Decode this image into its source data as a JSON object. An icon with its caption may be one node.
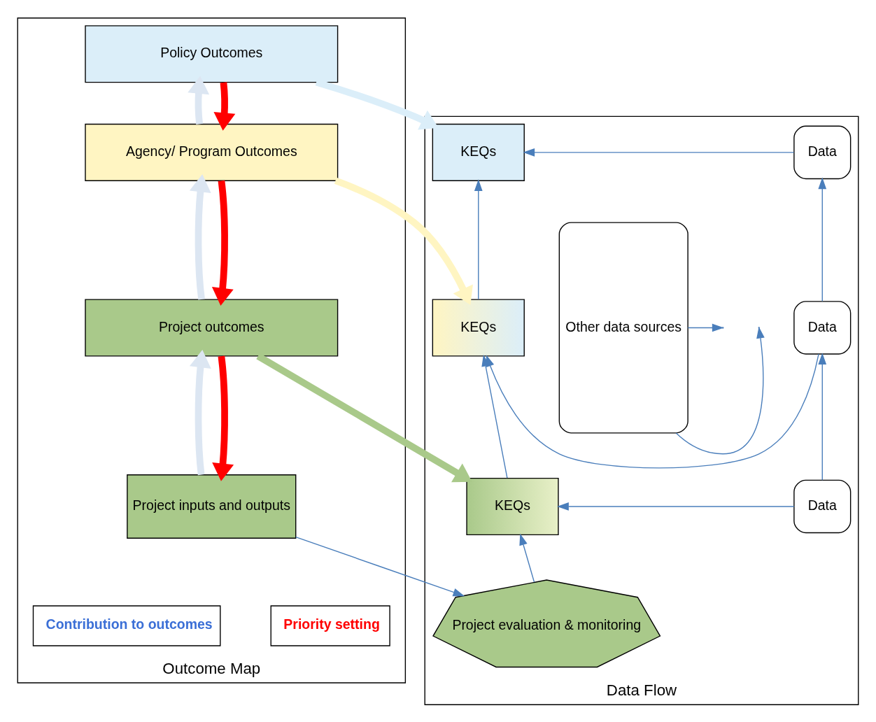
{
  "diagram": {
    "nodes": [
      {
        "text": [
          "Outcome Map"
        ]
      },
      {
        "text": [
          "Data Flow"
        ]
      },
      {
        "text": [
          "Policy Outcomes"
        ],
        "in": 0
      },
      {
        "text": [
          "Agency/ Program Outcomes"
        ],
        "in": 0
      },
      {
        "text": [
          "Project outcomes"
        ],
        "in": 0
      },
      {
        "text": [
          "Project inputs and outputs"
        ],
        "in": 0
      },
      {
        "text": [
          "KEQs"
        ],
        "in": 1
      },
      {
        "text": [
          "KEQs"
        ],
        "in": 1
      },
      {
        "text": [
          "KEQs"
        ],
        "in": 1
      },
      {
        "text": [
          "Data"
        ],
        "in": 1
      },
      {
        "text": [
          "Data"
        ],
        "in": 1
      },
      {
        "text": [
          "Data"
        ],
        "in": 1
      },
      {
        "text": [
          "Other data sources"
        ],
        "in": 1
      },
      {
        "text": [
          "Project evaluation & monitoring"
        ],
        "in": 1
      }
    ],
    "edges": [
      {
        "from": 3,
        "to": 2,
        "arrow": "to",
        "style": "thick",
        "color": "#dce6f2"
      },
      {
        "from": 4,
        "to": 3,
        "arrow": "to",
        "style": "thick",
        "color": "#dce6f2"
      },
      {
        "from": 5,
        "to": 4,
        "arrow": "to",
        "style": "thick",
        "color": "#dce6f2"
      },
      {
        "from": 2,
        "to": 3,
        "arrow": "to",
        "style": "thick",
        "color": "#ff0000"
      },
      {
        "from": 3,
        "to": 4,
        "arrow": "to",
        "style": "thick",
        "color": "#ff0000"
      },
      {
        "from": 4,
        "to": 5,
        "arrow": "to",
        "style": "thick",
        "color": "#ff0000"
      },
      {
        "from": 2,
        "to": 6,
        "arrow": "to",
        "style": "thick",
        "color": "#dbeef9"
      },
      {
        "from": 3,
        "to": 7,
        "arrow": "to",
        "style": "thick",
        "color": "#fff5c2"
      },
      {
        "from": 4,
        "to": 8,
        "arrow": "to",
        "style": "thick",
        "color": "#a9c98a"
      },
      {
        "from": 9,
        "to": 6,
        "arrow": "to"
      },
      {
        "from": 10,
        "to": 7,
        "arrow": "to"
      },
      {
        "from": 11,
        "to": 8,
        "arrow": "to"
      },
      {
        "from": 7,
        "to": 6,
        "arrow": "to"
      },
      {
        "from": 8,
        "to": 7,
        "arrow": "to"
      },
      {
        "from": 10,
        "to": 9,
        "arrow": "to"
      },
      {
        "from": 11,
        "to": 10,
        "arrow": "to"
      },
      {
        "from": 12,
        "to": null,
        "arrow": "to"
      },
      {
        "from": 12,
        "to": null,
        "arrow": "to"
      },
      {
        "from": 13,
        "to": 8,
        "arrow": "to"
      },
      {
        "from": 5,
        "to": 13,
        "arrow": "to"
      }
    ],
    "legend": [
      {
        "text": "Contribution to outcomes"
      },
      {
        "text": "Priority setting"
      }
    ]
  }
}
